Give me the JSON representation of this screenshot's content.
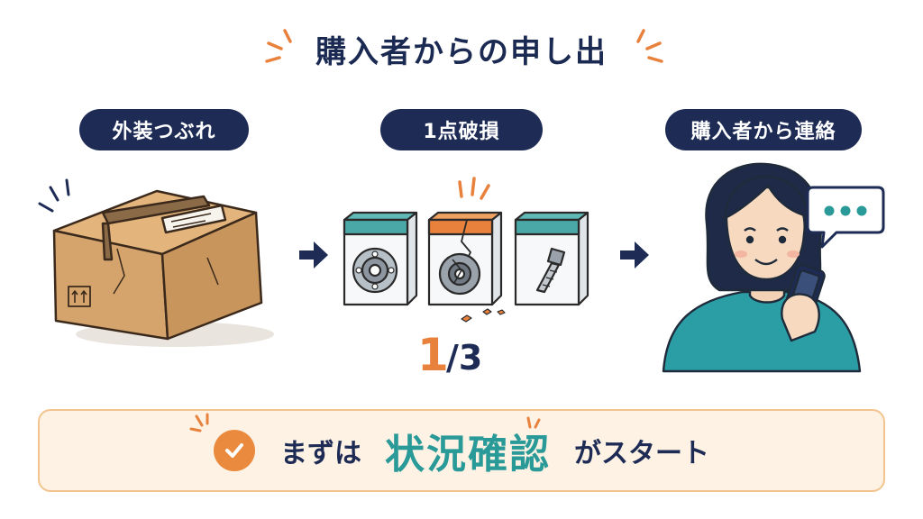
{
  "title": "購入者からの申し出",
  "steps": [
    {
      "label": "外装つぶれ"
    },
    {
      "label": "1点破損"
    },
    {
      "label": "購入者から連絡"
    }
  ],
  "fraction": {
    "numerator": "1",
    "denominator": "/3"
  },
  "banner": {
    "prefix": "まずは",
    "emphasis": "状況確認",
    "suffix": "がスタート"
  },
  "colors": {
    "navy": "#1d2b55",
    "orange": "#e8813c",
    "teal": "#2a9a98",
    "banner_bg": "#fdf2e4",
    "cardboard": "#d4a46c"
  },
  "icons": [
    "cardboard-box-icon",
    "arrow-right-icon",
    "part-box-icon",
    "bearing-icon",
    "bolt-icon",
    "woman-with-phone-icon",
    "speech-bubble-icon",
    "check-circle-icon"
  ]
}
